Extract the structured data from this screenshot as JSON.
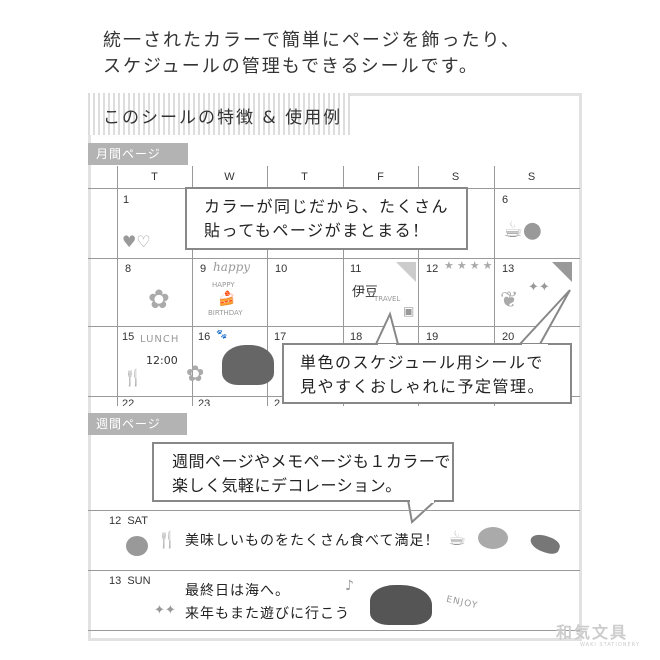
{
  "intro": {
    "line1": "統一されたカラーで簡単にページを飾ったり、",
    "line2": "スケジュールの管理もできるシールです。"
  },
  "section_title": "このシールの特徴 & 使用例",
  "monthly": {
    "tab": "月間ページ",
    "days": [
      "T",
      "W",
      "T",
      "F",
      "S",
      "S"
    ],
    "rows": [
      [
        "1",
        "",
        "",
        "",
        "",
        "6"
      ],
      [
        "8",
        "9",
        "10",
        "11",
        "12",
        "13"
      ],
      [
        "15",
        "16",
        "17",
        "18",
        "19",
        "20"
      ],
      [
        "22",
        "23",
        "2"
      ]
    ],
    "stickers": {
      "happy": "happy",
      "birthday_top": "HAPPY",
      "birthday_bottom": "BIRTHDAY",
      "izu": "伊豆",
      "travel": "TRAVEL",
      "lunch": "LUNCH",
      "lunch_time": "12:00"
    }
  },
  "bubble1": {
    "line1": "カラーが同じだから、たくさん",
    "line2": "貼ってもページがまとまる！"
  },
  "bubble2": {
    "line1": "単色のスケジュール用シールで",
    "line2": "見やすくおしゃれに予定管理。"
  },
  "weekly": {
    "tab": "週間ページ",
    "entries": [
      {
        "day": "12  SAT",
        "lines": [
          "美味しいものをたくさん食べて満足！"
        ]
      },
      {
        "day": "13  SUN",
        "lines": [
          "最終日は海へ。",
          "来年もまた遊びに行こう"
        ]
      }
    ],
    "enjoy": "ENJOY"
  },
  "bubble3": {
    "line1": "週間ページやメモページも１カラーで",
    "line2": "楽しく気軽にデコレーション。"
  },
  "logo": {
    "name": "和気文具",
    "sub": "WAKI STATIONERY"
  },
  "colors": {
    "tab": "#b3b3b3",
    "border": "#888888"
  }
}
